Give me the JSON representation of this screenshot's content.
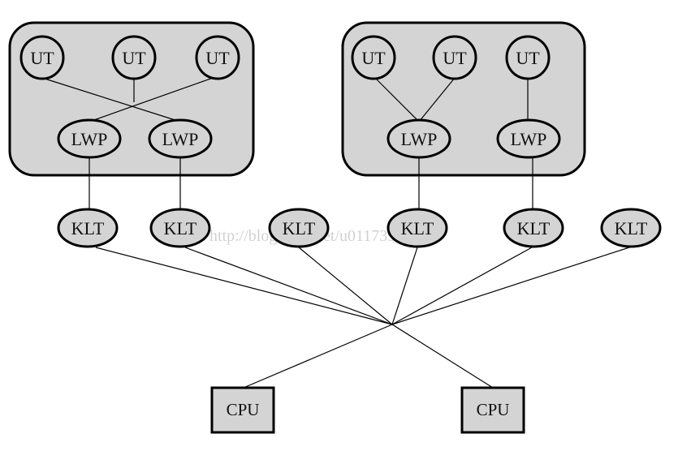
{
  "colors": {
    "fill": "#d4d4d4",
    "stroke": "#000000",
    "background": "#ffffff"
  },
  "processes": [
    {
      "uts": [
        "UT",
        "UT",
        "UT"
      ],
      "lwps": [
        "LWP",
        "LWP"
      ]
    },
    {
      "uts": [
        "UT",
        "UT",
        "UT"
      ],
      "lwps": [
        "LWP",
        "LWP"
      ]
    }
  ],
  "klts": [
    "KLT",
    "KLT",
    "KLT",
    "KLT",
    "KLT",
    "KLT"
  ],
  "cpus": [
    "CPU",
    "CPU"
  ],
  "watermark": "http://blog.csdn.net/u011739"
}
